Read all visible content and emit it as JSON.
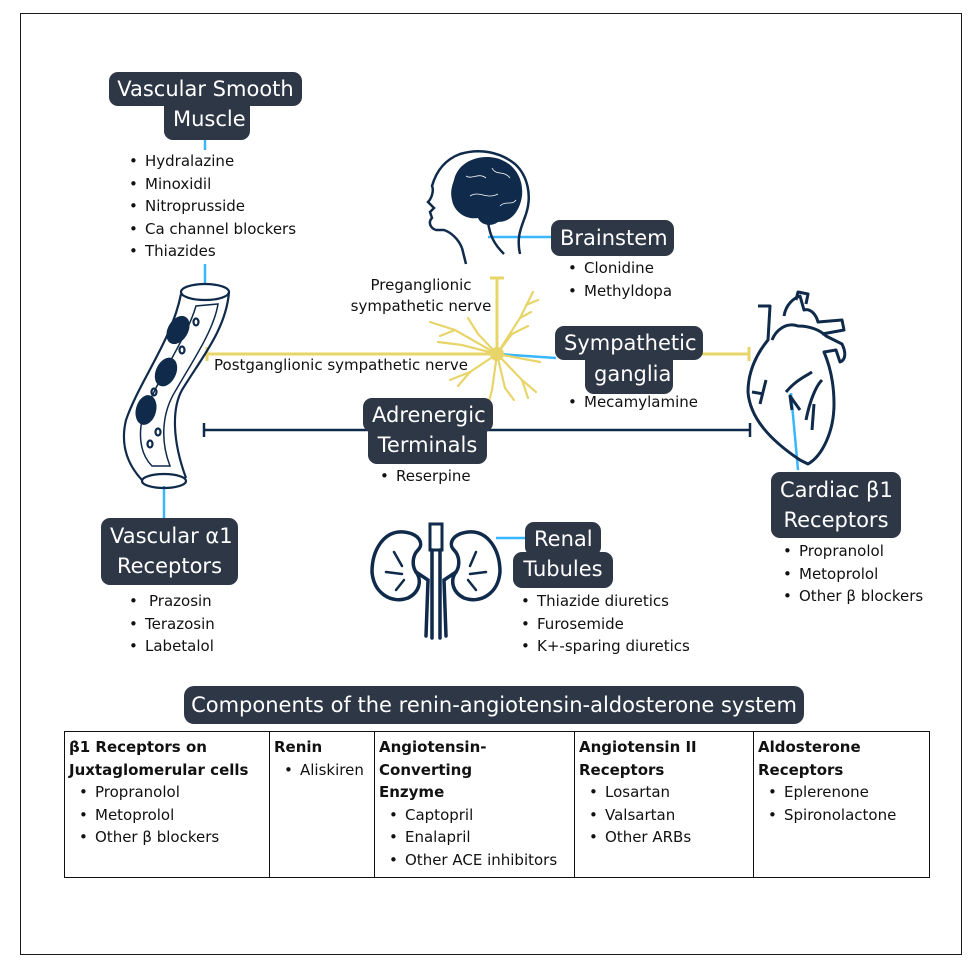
{
  "colors": {
    "pill_bg": "#2e3746",
    "pill_text": "#ffffff",
    "connector": "#38b6ff",
    "nerve": "#e8d56a",
    "adrenergic_line": "#0f2a4a",
    "illustration": "#0f2a4a"
  },
  "nodes": {
    "vascular_smooth_muscle": {
      "title_line1": "Vascular Smooth",
      "title_line2": "Muscle",
      "drugs": [
        "Hydralazine",
        "Minoxidil",
        "Nitroprusside",
        "Ca channel blockers",
        "Thiazides"
      ]
    },
    "brainstem": {
      "title": "Brainstem",
      "drugs": [
        "Clonidine",
        "Methyldopa"
      ]
    },
    "sympathetic_ganglia": {
      "title_line1": "Sympathetic",
      "title_line2": "ganglia",
      "drugs": [
        "Mecamylamine"
      ]
    },
    "adrenergic_terminals": {
      "title_line1": "Adrenergic",
      "title_line2": "Terminals",
      "drugs": [
        "Reserpine"
      ]
    },
    "cardiac_beta1": {
      "title_line1": "Cardiac β1",
      "title_line2": "Receptors",
      "drugs": [
        "Propranolol",
        "Metoprolol",
        "Other β blockers"
      ]
    },
    "vascular_alpha1": {
      "title_line1": "Vascular α1",
      "title_line2": "Receptors",
      "drugs": [
        "Prazosin",
        "Terazosin",
        "Labetalol"
      ]
    },
    "renal_tubules": {
      "title_line1": "Renal",
      "title_line2": "Tubules",
      "drugs": [
        "Thiazide diuretics",
        "Furosemide",
        "K+-sparing diuretics"
      ]
    }
  },
  "nerve_labels": {
    "preganglionic_line1": "Preganglionic",
    "preganglionic_line2": "sympathetic nerve",
    "postganglionic": "Postganglionic sympathetic nerve"
  },
  "illustrations": {
    "head": "head-brain-icon",
    "vessel": "blood-vessel-icon",
    "heart": "heart-icon",
    "kidneys": "kidneys-icon",
    "neuron": "neuron-icon"
  },
  "raas": {
    "title": "Components of the renin-angiotensin-aldosterone system",
    "columns": [
      {
        "head_line1": "β1 Receptors on",
        "head_line2": "Juxtaglomerular cells",
        "drugs": [
          "Propranolol",
          "Metoprolol",
          "Other β blockers"
        ]
      },
      {
        "head_line1": "Renin",
        "head_line2": "",
        "drugs": [
          "Aliskiren"
        ]
      },
      {
        "head_line1": "Angiotensin-Converting",
        "head_line2": "Enzyme",
        "drugs": [
          "Captopril",
          "Enalapril",
          "Other ACE inhibitors"
        ]
      },
      {
        "head_line1": "Angiotensin II",
        "head_line2": "Receptors",
        "drugs": [
          "Losartan",
          "Valsartan",
          "Other ARBs"
        ]
      },
      {
        "head_line1": "Aldosterone",
        "head_line2": "Receptors",
        "drugs": [
          "Eplerenone",
          "Spironolactone"
        ]
      }
    ]
  }
}
